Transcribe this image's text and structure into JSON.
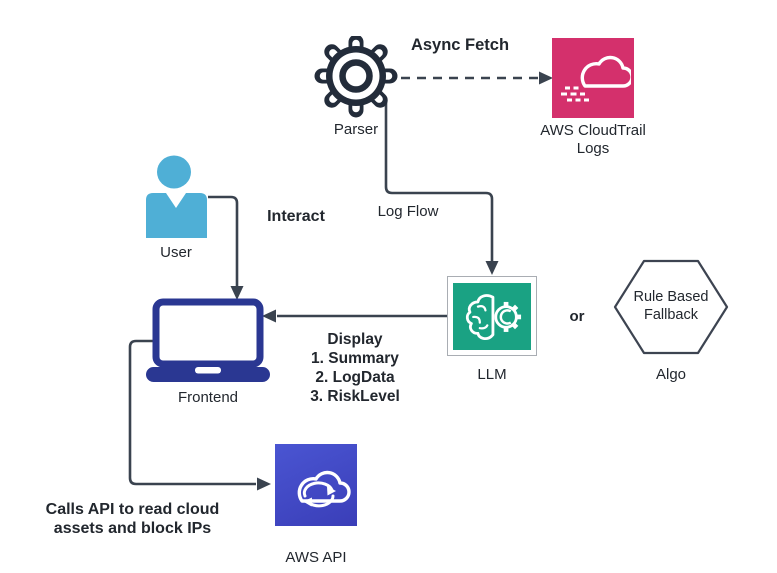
{
  "colors": {
    "canvas-bg": "#FFFFFF",
    "line": "#3A434F",
    "text": "#22272E",
    "gear": "#232C3A",
    "cloudtrail": "#D4306C",
    "llm-green": "#1AA283",
    "llm-border": "#A9ADB3",
    "frontend-navy": "#2A3792",
    "user-blue": "#4FAFD6",
    "awsapi-top": "#4A55D2",
    "awsapi-bottom": "#3A3EB8",
    "hexagon-stroke": "#3D4451"
  },
  "nodes": {
    "parser": {
      "label": "Parser",
      "icon": "gear"
    },
    "cloudtrail": {
      "label": "AWS CloudTrail Logs",
      "icon": "cloudtrail-cloud"
    },
    "llm": {
      "label": "LLM",
      "icon": "brain-gear"
    },
    "rule_based_fallback": {
      "shape": "hexagon",
      "text": "Rule Based Fallback",
      "label": "Algo"
    },
    "user": {
      "label": "User",
      "icon": "person"
    },
    "frontend": {
      "label": "Frontend",
      "icon": "laptop"
    },
    "aws_api": {
      "label": "AWS API",
      "icon": "cloud-sync"
    }
  },
  "edges": {
    "async_fetch": {
      "from": "parser",
      "to": "cloudtrail",
      "style": "dashed",
      "label": "Async Fetch"
    },
    "log_flow": {
      "from": "parser",
      "to": "llm",
      "label": "Log Flow"
    },
    "interact": {
      "from": "user",
      "to": "frontend",
      "label": "Interact"
    },
    "display": {
      "from": "llm",
      "to": "frontend",
      "label_lines": [
        "Display",
        "1. Summary",
        "2. LogData",
        "3. RiskLevel"
      ]
    },
    "or_label": "or",
    "calls_api": {
      "from": "frontend",
      "to": "aws_api",
      "label": "Calls API to read cloud assets and block IPs"
    }
  }
}
